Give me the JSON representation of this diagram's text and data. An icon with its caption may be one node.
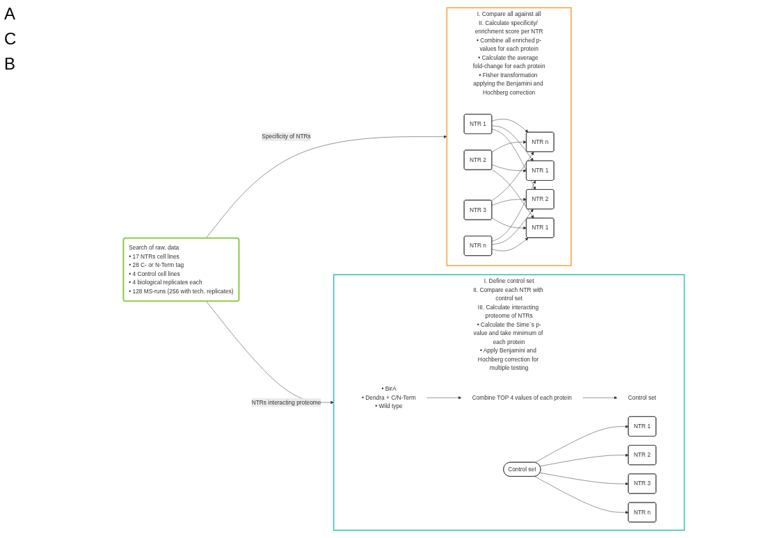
{
  "diagram": {
    "nodes": [
      {
        "text": [
          "Search of raw. data",
          "• 17 NTRs cell lines",
          "• 28 C- or N-Term tag",
          "• 4 Control cell lines",
          "• 4 biological replicates each",
          "• 128 MS-runs (256 with tech. replicates)"
        ]
      },
      {
        "text": [
          "I. Compare all against all",
          "II. Calculate specificity/ enrichment score per NTR",
          "• Combine all enriched p-values for each protein",
          "• Calculate the average fold-change for each protein",
          "• Fisher transformation applying the Benjamini and Hochberg correction"
        ]
      },
      {
        "text": [
          "NTR 1"
        ],
        "in": 1
      },
      {
        "text": [
          "NTR 2"
        ],
        "in": 1
      },
      {
        "text": [
          "NTR 3"
        ],
        "in": 1
      },
      {
        "text": [
          "NTR n"
        ],
        "in": 1
      },
      {
        "text": [
          "NTR 1"
        ],
        "in": 1
      },
      {
        "text": [
          "NTR 2"
        ],
        "in": 1
      },
      {
        "text": [
          "NTR 1"
        ],
        "in": 1
      },
      {
        "text": [
          "NTR n"
        ],
        "in": 1
      },
      {
        "text": [
          "I. Define control set",
          "II. Compare each NTR with control set",
          "III. Calculate interacting proteome of NTRs",
          "• Calculate the Sime`s p-value and take minimum of each protein",
          "• Apply Benjamini and Hochberg correction for multiple testing"
        ]
      },
      {
        "text": [
          "• BirA",
          "• Dendra + C/N-Term",
          "• Wild type"
        ],
        "in": 10
      },
      {
        "text": [
          "Combine TOP 4 values of each protein"
        ],
        "in": 10
      },
      {
        "text": [
          "Control set"
        ],
        "in": 10
      },
      {
        "text": [
          "Control set"
        ],
        "in": 10
      },
      {
        "text": [
          "NTR 1"
        ],
        "in": 10
      },
      {
        "text": [
          "NTR 2"
        ],
        "in": 10
      },
      {
        "text": [
          "NTR 3"
        ],
        "in": 10
      },
      {
        "text": [
          "NTR n"
        ],
        "in": 10
      }
    ],
    "edges": [
      {
        "from": 0,
        "to": 1,
        "arrow": "to",
        "label": "Specificity of NTRs"
      },
      {
        "from": 0,
        "to": 10,
        "arrow": "to",
        "label": "NTRs interacting proteome"
      },
      {
        "from": 2,
        "to": 7,
        "arrow": "to"
      },
      {
        "from": 2,
        "to": 8,
        "arrow": "to"
      },
      {
        "from": 2,
        "to": 9,
        "arrow": "to"
      },
      {
        "from": 3,
        "to": 6,
        "arrow": "to"
      },
      {
        "from": 3,
        "to": 8,
        "arrow": "to"
      },
      {
        "from": 3,
        "to": 9,
        "arrow": "to"
      },
      {
        "from": 4,
        "to": 6,
        "arrow": "to"
      },
      {
        "from": 4,
        "to": 7,
        "arrow": "to"
      },
      {
        "from": 4,
        "to": 9,
        "arrow": "to"
      },
      {
        "from": 5,
        "to": 6,
        "arrow": "to"
      },
      {
        "from": 5,
        "to": 7,
        "arrow": "to"
      },
      {
        "from": 5,
        "to": 8,
        "arrow": "to"
      },
      {
        "from": 11,
        "to": 12,
        "arrow": "to"
      },
      {
        "from": 12,
        "to": 13,
        "arrow": "to"
      },
      {
        "from": 14,
        "to": 15,
        "arrow": "to"
      },
      {
        "from": 14,
        "to": 16,
        "arrow": "to"
      },
      {
        "from": 14,
        "to": 17,
        "arrow": "to"
      },
      {
        "from": 14,
        "to": 18,
        "arrow": "to"
      }
    ],
    "labels": [
      "A",
      "C",
      "B"
    ]
  }
}
